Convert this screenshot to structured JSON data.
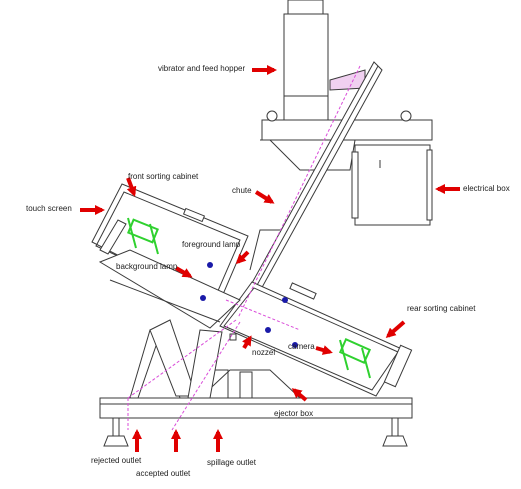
{
  "colors": {
    "line": "#3a3a3a",
    "arrow": "#e00000",
    "dashed_path": "#d94bd9",
    "green_part": "#2fd12f",
    "blue_dot": "#1a1aa8"
  },
  "labels": {
    "vibrator": "vibrator and feed hopper",
    "front_cabinet": "front sorting cabinet",
    "chute": "chute",
    "electrical_box": "electrical box",
    "touch_screen": "touch screen",
    "foreground_lamp": "foreground lamp",
    "background_lamp": "background lamp",
    "rear_cabinet": "rear sorting cabinet",
    "camera": "camera",
    "nozzel": "nozzel",
    "ejector_box": "ejector box",
    "rejected_outlet": "rejected outlet",
    "accepted_outlet": "accepted outlet",
    "spillage_outlet": "spillage outlet"
  }
}
